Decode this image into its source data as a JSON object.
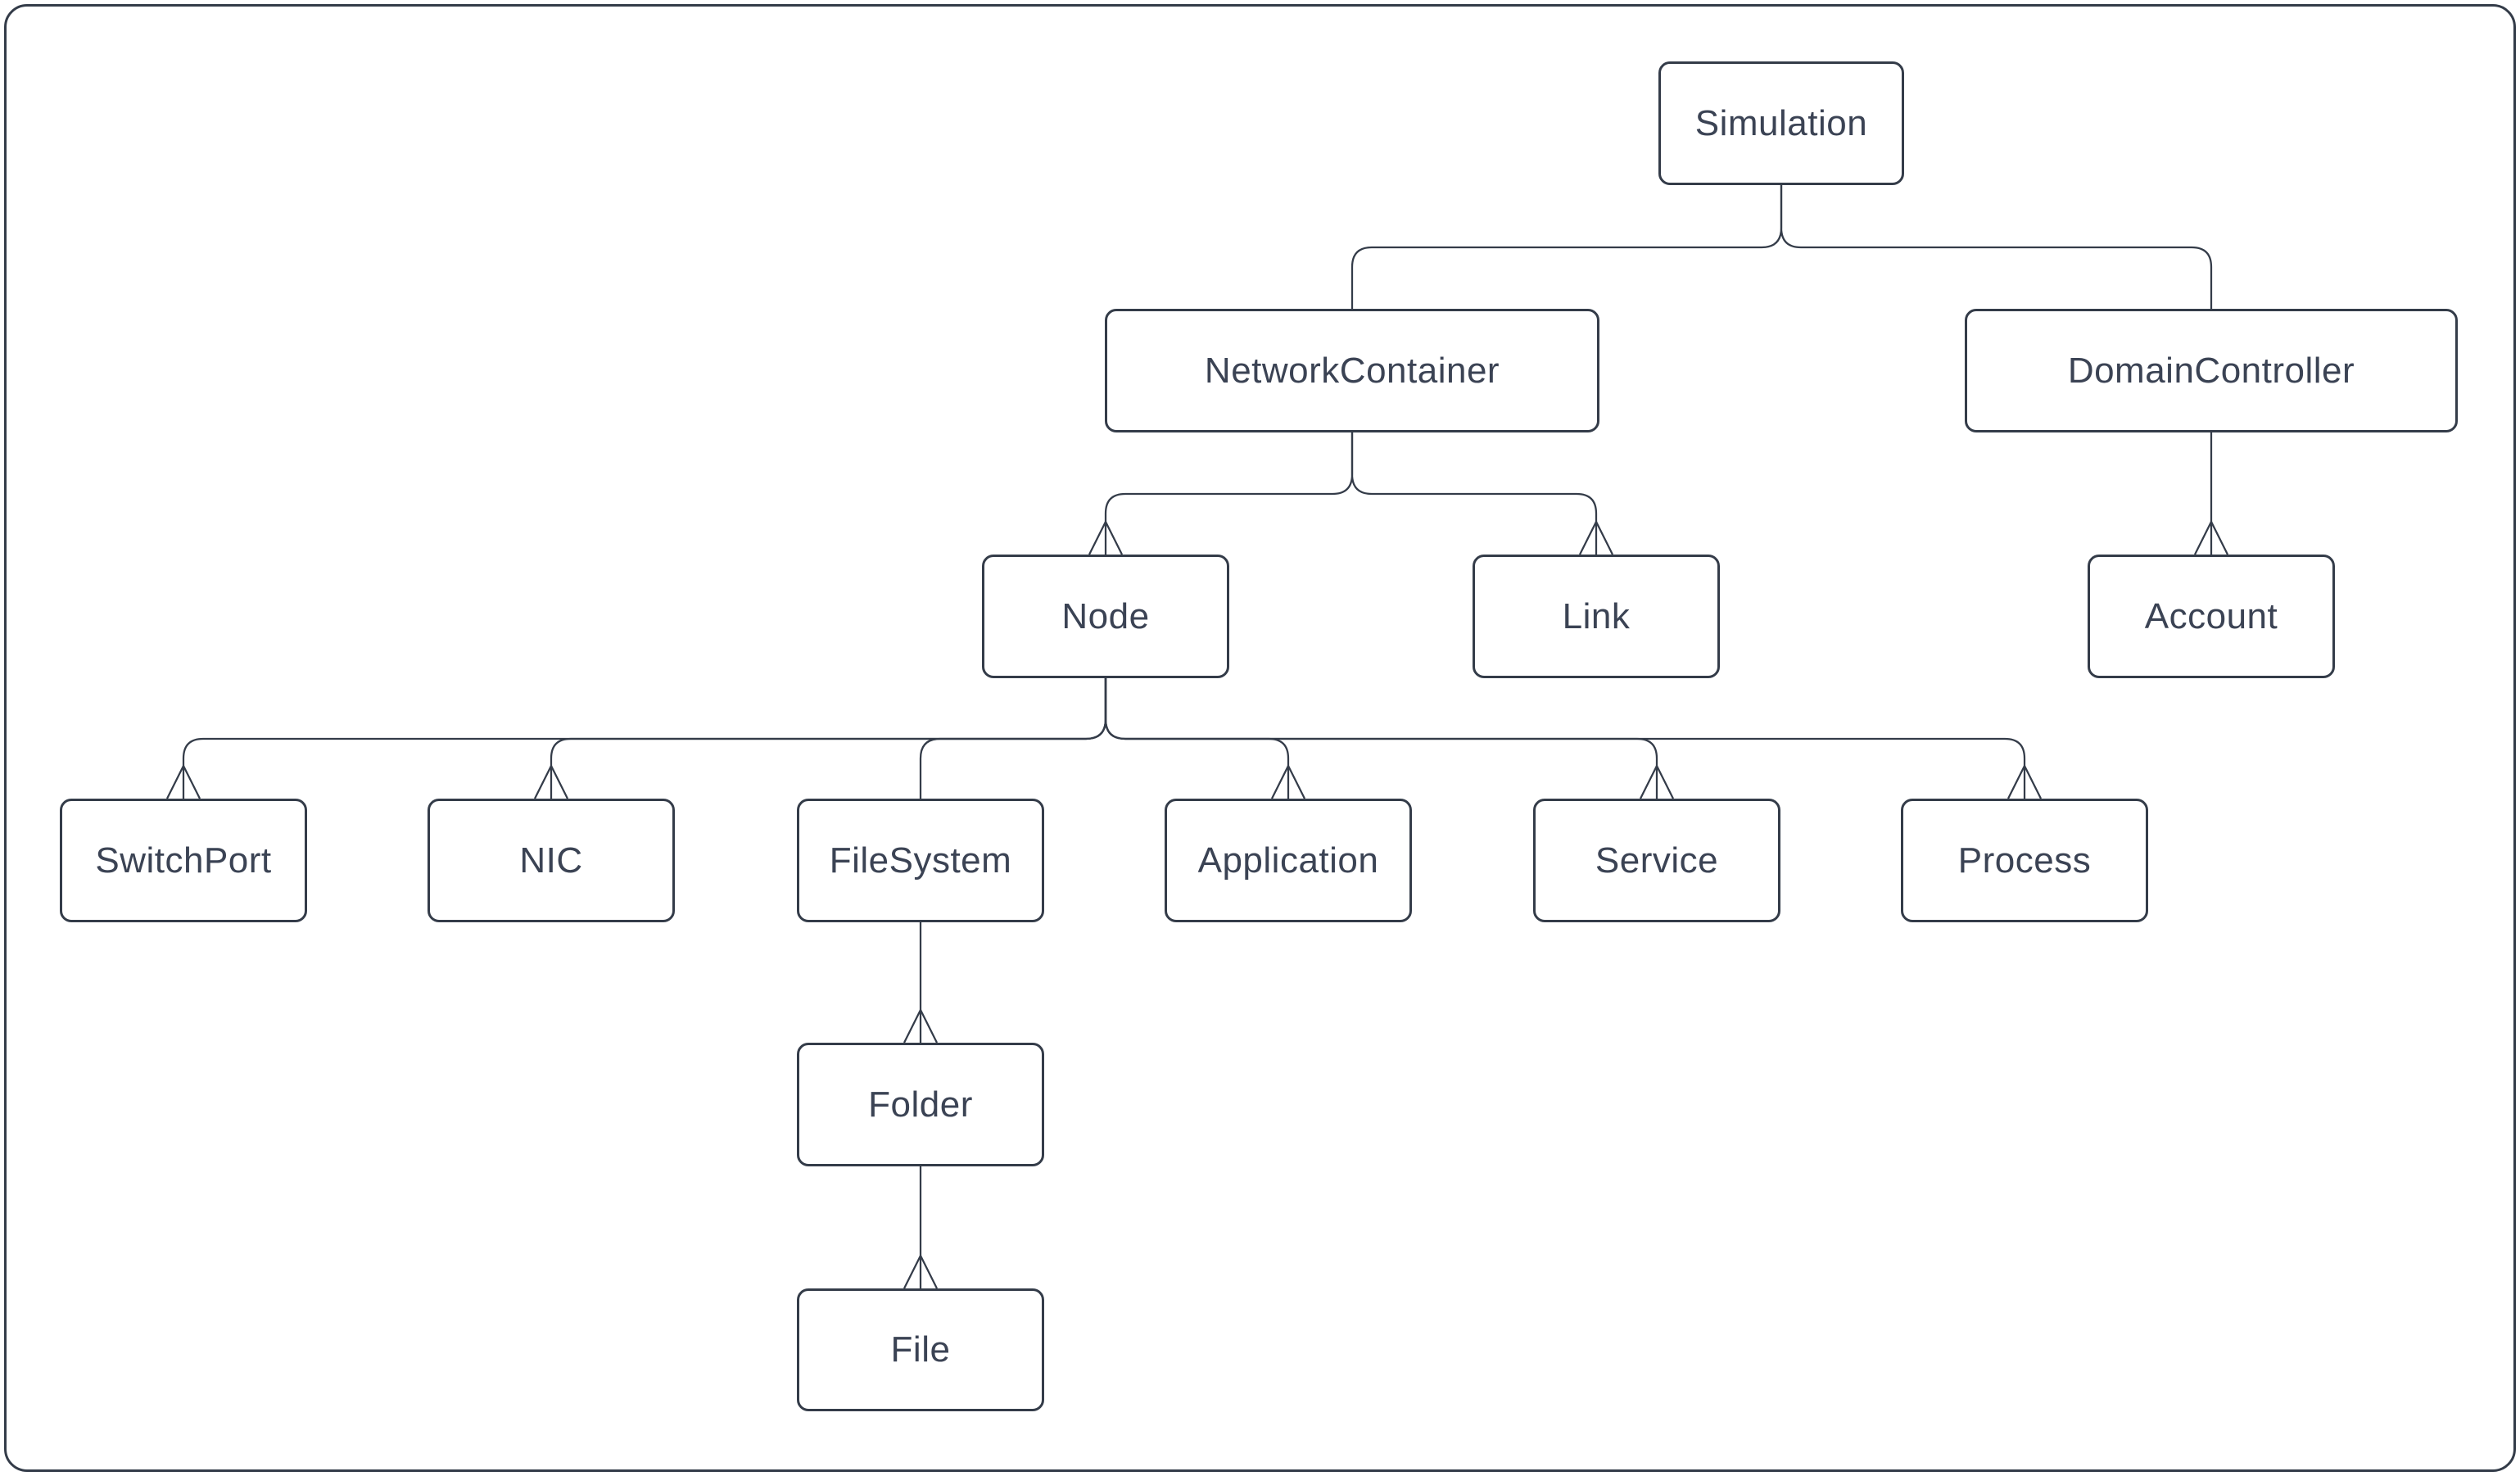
{
  "canvas": {
    "background_color": "#ffffff",
    "line_color": "#343c49",
    "text_color": "#3b4354",
    "frame": "rounded-rectangle-border"
  },
  "diagram": {
    "type": "class-hierarchy-tree",
    "nodes": [
      {
        "id": "simulation",
        "label": "Simulation"
      },
      {
        "id": "network-container",
        "label": "NetworkContainer"
      },
      {
        "id": "domain-controller",
        "label": "DomainController"
      },
      {
        "id": "node",
        "label": "Node"
      },
      {
        "id": "link",
        "label": "Link"
      },
      {
        "id": "account",
        "label": "Account"
      },
      {
        "id": "switch-port",
        "label": "SwitchPort"
      },
      {
        "id": "nic",
        "label": "NIC"
      },
      {
        "id": "file-system",
        "label": "FileSystem"
      },
      {
        "id": "application",
        "label": "Application"
      },
      {
        "id": "service",
        "label": "Service"
      },
      {
        "id": "process",
        "label": "Process"
      },
      {
        "id": "folder",
        "label": "Folder"
      },
      {
        "id": "file",
        "label": "File"
      }
    ],
    "edges": [
      {
        "from": "Simulation",
        "to": "NetworkContainer",
        "open_arrow_at_child": false
      },
      {
        "from": "Simulation",
        "to": "DomainController",
        "open_arrow_at_child": false
      },
      {
        "from": "NetworkContainer",
        "to": "Node",
        "open_arrow_at_child": true
      },
      {
        "from": "NetworkContainer",
        "to": "Link",
        "open_arrow_at_child": true
      },
      {
        "from": "DomainController",
        "to": "Account",
        "open_arrow_at_child": true
      },
      {
        "from": "Node",
        "to": "SwitchPort",
        "open_arrow_at_child": true
      },
      {
        "from": "Node",
        "to": "NIC",
        "open_arrow_at_child": true
      },
      {
        "from": "Node",
        "to": "FileSystem",
        "open_arrow_at_child": false
      },
      {
        "from": "Node",
        "to": "Application",
        "open_arrow_at_child": true
      },
      {
        "from": "Node",
        "to": "Service",
        "open_arrow_at_child": true
      },
      {
        "from": "Node",
        "to": "Process",
        "open_arrow_at_child": true
      },
      {
        "from": "FileSystem",
        "to": "Folder",
        "open_arrow_at_child": true
      },
      {
        "from": "Folder",
        "to": "File",
        "open_arrow_at_child": true
      }
    ]
  }
}
